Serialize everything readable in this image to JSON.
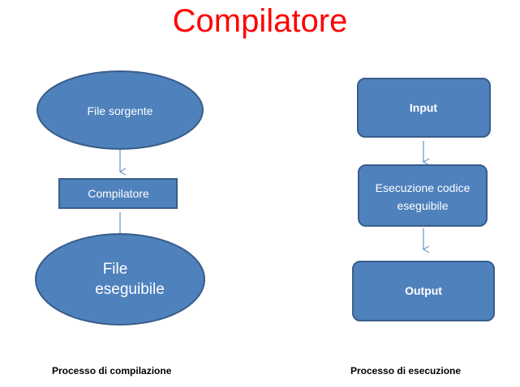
{
  "title": "Compilatore",
  "colors": {
    "title": "#ff0000",
    "shape_fill": "#4f81bd",
    "shape_stroke": "#385d8a",
    "arrow": "#4a7ebb",
    "text": "#ffffff"
  },
  "compilation": {
    "source": "File sorgente",
    "compiler": "Compilatore",
    "executable_line1": "File",
    "executable_line2": "eseguibile",
    "caption": "Processo di compilazione"
  },
  "execution": {
    "input": "Input",
    "exec_line1": "Esecuzione codice",
    "exec_line2": "eseguibile",
    "output": "Output",
    "caption": "Processo di esecuzione"
  }
}
